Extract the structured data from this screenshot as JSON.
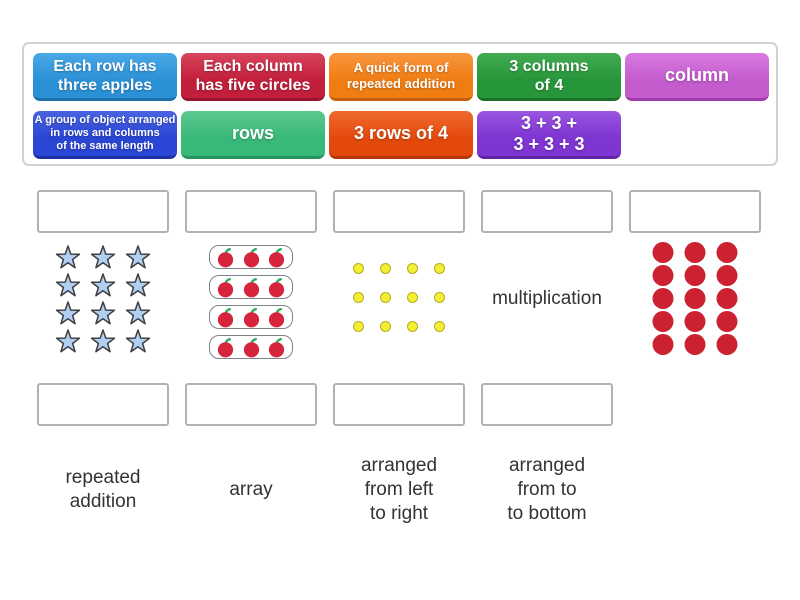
{
  "bank": {
    "tiles": [
      {
        "label": "Each row has\nthree apples",
        "bg": "#2b91d6",
        "light": "#4aa9e6",
        "dark": "#1d6fae",
        "size": "md"
      },
      {
        "label": "Each column\nhas five circles",
        "bg": "#c21f3c",
        "light": "#d8455c",
        "dark": "#97142c",
        "size": "md"
      },
      {
        "label": "A quick form of\nrepeated addition",
        "bg": "#f07d12",
        "light": "#f8963f",
        "dark": "#c65f07",
        "size": "sm"
      },
      {
        "label": "3 columns\nof 4",
        "bg": "#27963a",
        "light": "#43ab52",
        "dark": "#1a7229",
        "size": "md"
      },
      {
        "label": "column",
        "bg": "#c45cce",
        "light": "#d97ae0",
        "dark": "#a23bae",
        "size": "lg"
      },
      {
        "label": "A group of object arranged\nin rows and columns\nof the same length",
        "bg": "#2a46d4",
        "light": "#4a63e0",
        "dark": "#1c31a6",
        "size": "xs"
      },
      {
        "label": "rows",
        "bg": "#38b879",
        "light": "#5cc98e",
        "dark": "#27935f",
        "size": "lg"
      },
      {
        "label": "3 rows of 4",
        "bg": "#e4490c",
        "light": "#ef6a2e",
        "dark": "#b83607",
        "size": "lg"
      },
      {
        "label": "3 + 3 +\n3 + 3 + 3",
        "bg": "#7f35d2",
        "light": "#9a55e0",
        "dark": "#6225a6",
        "size": "lg"
      }
    ]
  },
  "board": {
    "items": [
      {
        "kind": "star-grid",
        "name": "stars-array",
        "rows": 4,
        "cols": 3,
        "fill": "#b0cff2",
        "stroke": "#3f3f3f"
      },
      {
        "kind": "apple-rows",
        "name": "apples-array",
        "rows": 4,
        "per_row": 3,
        "apple_color": "#d6243c",
        "stem_color": "#2fae62",
        "box_border": "#7c8288"
      },
      {
        "kind": "dot-grid",
        "name": "yellow-dots-array",
        "variant": "small",
        "rows": 3,
        "cols": 4,
        "fill": "#f4ee35",
        "stroke": "#b4ae1f"
      },
      {
        "kind": "text",
        "name": "multiplication-text",
        "label": "multiplication"
      },
      {
        "kind": "dot-grid",
        "name": "red-dots-array",
        "variant": "large",
        "rows": 5,
        "cols": 3,
        "fill": "#cb2130",
        "stroke": "none"
      }
    ],
    "labels": [
      "repeated\naddition",
      "array",
      "arranged\nfrom left\nto right",
      "arranged\nfrom to\nto bottom"
    ]
  },
  "drop_zones": {
    "row1_count": 5,
    "row2_count": 4
  }
}
